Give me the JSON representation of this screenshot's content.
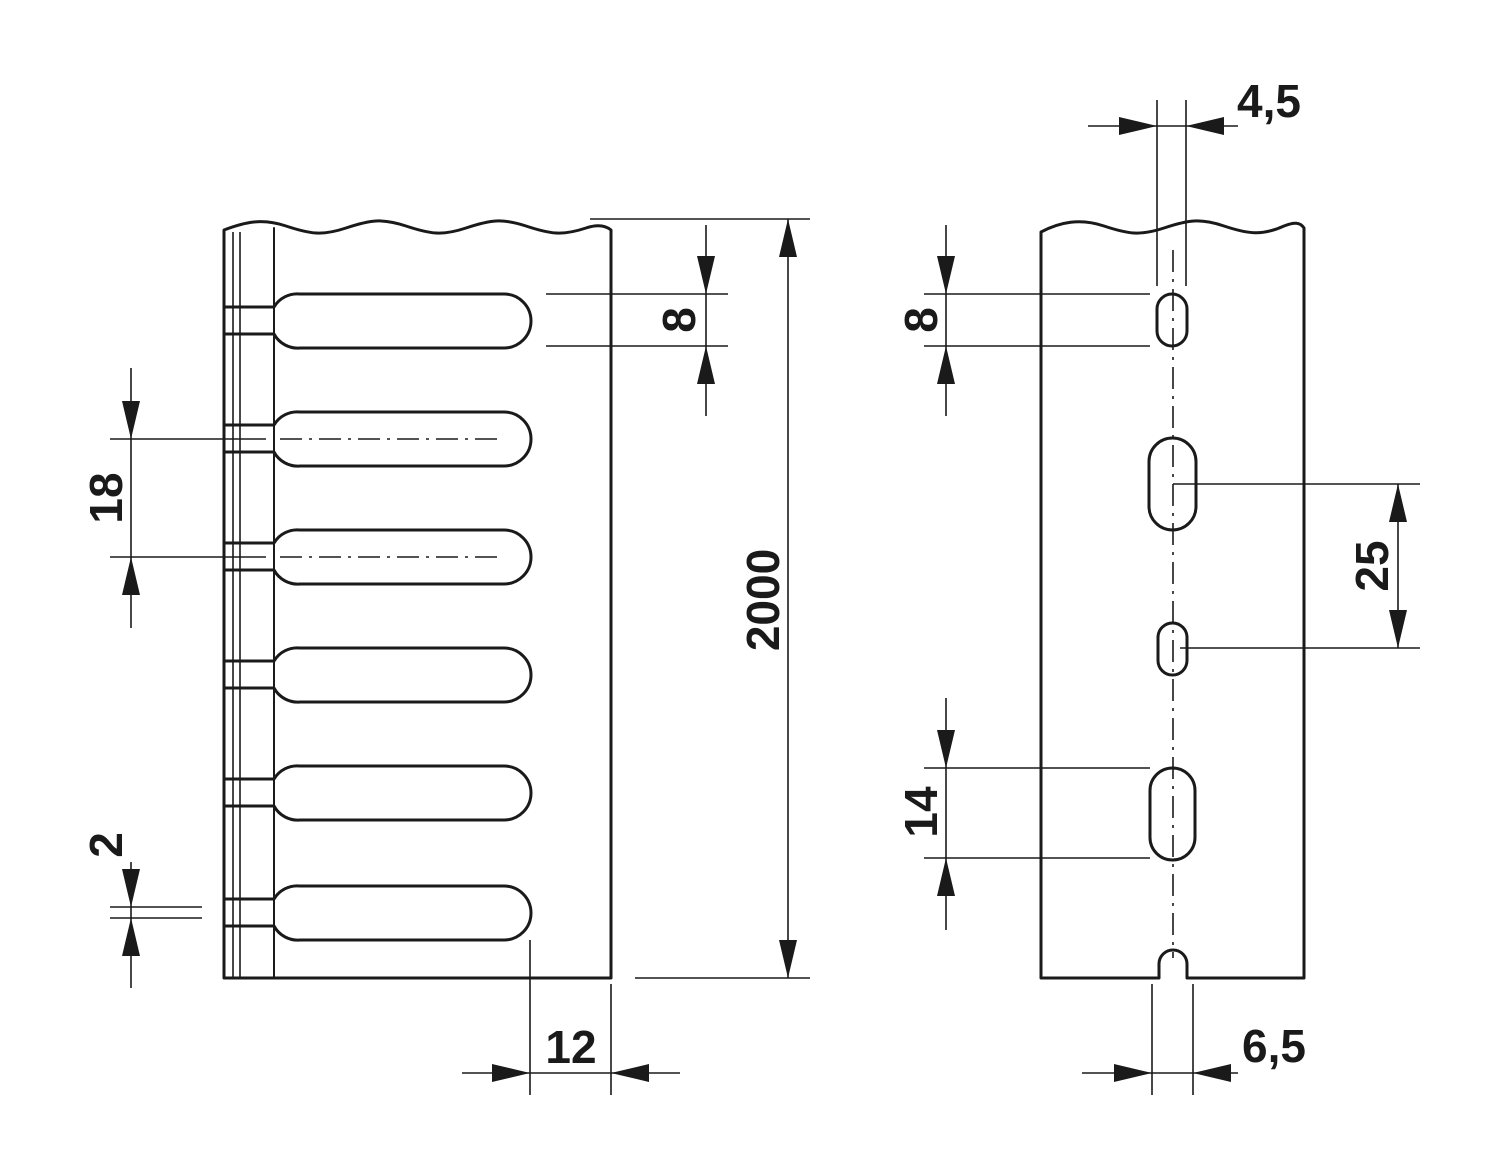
{
  "drawing": {
    "colors": {
      "line": "#1a1a1a",
      "background": "#ffffff"
    },
    "left_view": {
      "dimensions": {
        "slot_width": "8",
        "slot_pitch": "18",
        "finger_width": "2",
        "bottom_margin": "12",
        "length": "2000"
      }
    },
    "right_view": {
      "dimensions": {
        "small_hole": "8",
        "top_width": "4,5",
        "hole_pitch": "25",
        "large_hole": "14",
        "bottom_width": "6,5"
      }
    }
  }
}
